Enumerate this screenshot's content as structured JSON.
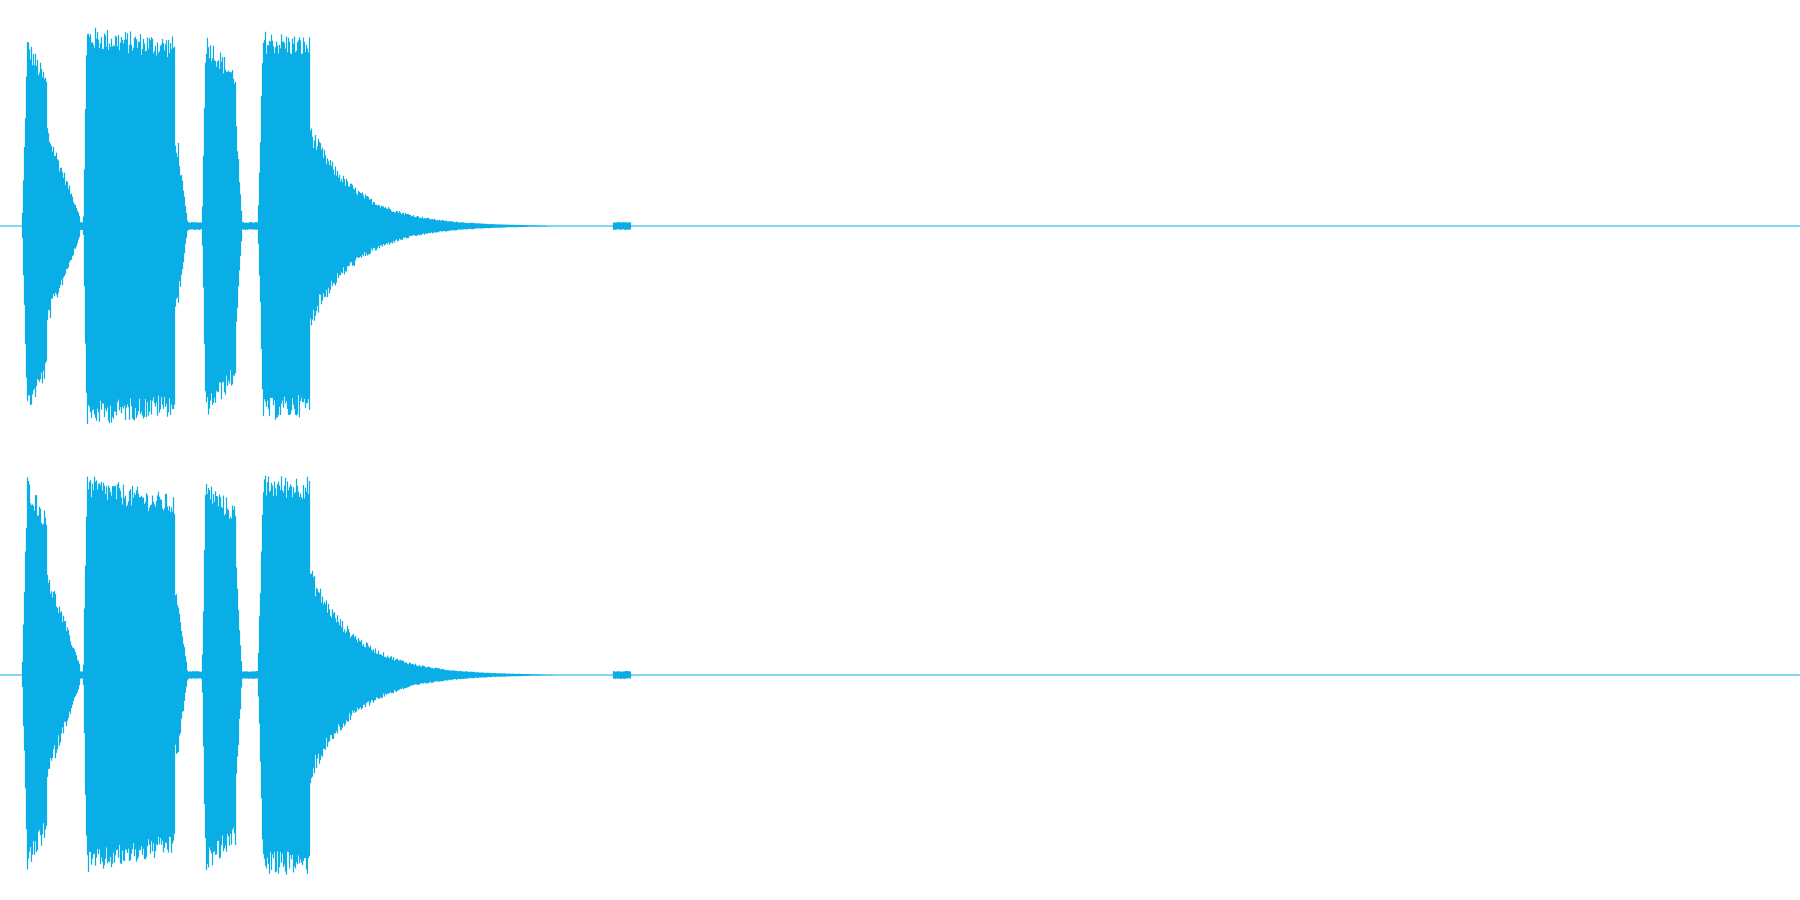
{
  "waveform": {
    "channels": [
      {
        "name": "",
        "bursts": [
          {
            "start": 0.012,
            "attack": 0.003,
            "peak": 0.95,
            "sustain": 0.75,
            "sustain_end": 0.026,
            "end": 0.044,
            "floor": 0.06
          },
          {
            "start": 0.046,
            "attack": 0.002,
            "peak": 1.0,
            "sustain": 0.95,
            "sustain_end": 0.097,
            "end": 0.104,
            "floor": 0.35
          },
          {
            "start": 0.112,
            "attack": 0.002,
            "peak": 0.97,
            "sustain": 0.78,
            "sustain_end": 0.131,
            "end": 0.134,
            "floor": 0.06
          },
          {
            "start": 0.143,
            "attack": 0.003,
            "peak": 0.98,
            "sustain": 0.95,
            "sustain_end": 0.172,
            "end": 0.34,
            "floor": 0.0
          }
        ]
      },
      {
        "name": "",
        "bursts": [
          {
            "start": 0.012,
            "attack": 0.003,
            "peak": 1.0,
            "sustain": 0.8,
            "sustain_end": 0.026,
            "end": 0.044,
            "floor": 0.06
          },
          {
            "start": 0.046,
            "attack": 0.002,
            "peak": 1.0,
            "sustain": 0.9,
            "sustain_end": 0.097,
            "end": 0.104,
            "floor": 0.35
          },
          {
            "start": 0.112,
            "attack": 0.002,
            "peak": 0.98,
            "sustain": 0.85,
            "sustain_end": 0.131,
            "end": 0.134,
            "floor": 0.06
          },
          {
            "start": 0.143,
            "attack": 0.003,
            "peak": 1.0,
            "sustain": 1.0,
            "sustain_end": 0.172,
            "end": 0.34,
            "floor": 0.0
          }
        ]
      }
    ],
    "colors": {
      "waveform": "#0AAEE6",
      "baseline": "#0AAEE6",
      "background": "#FFFFFF"
    }
  }
}
